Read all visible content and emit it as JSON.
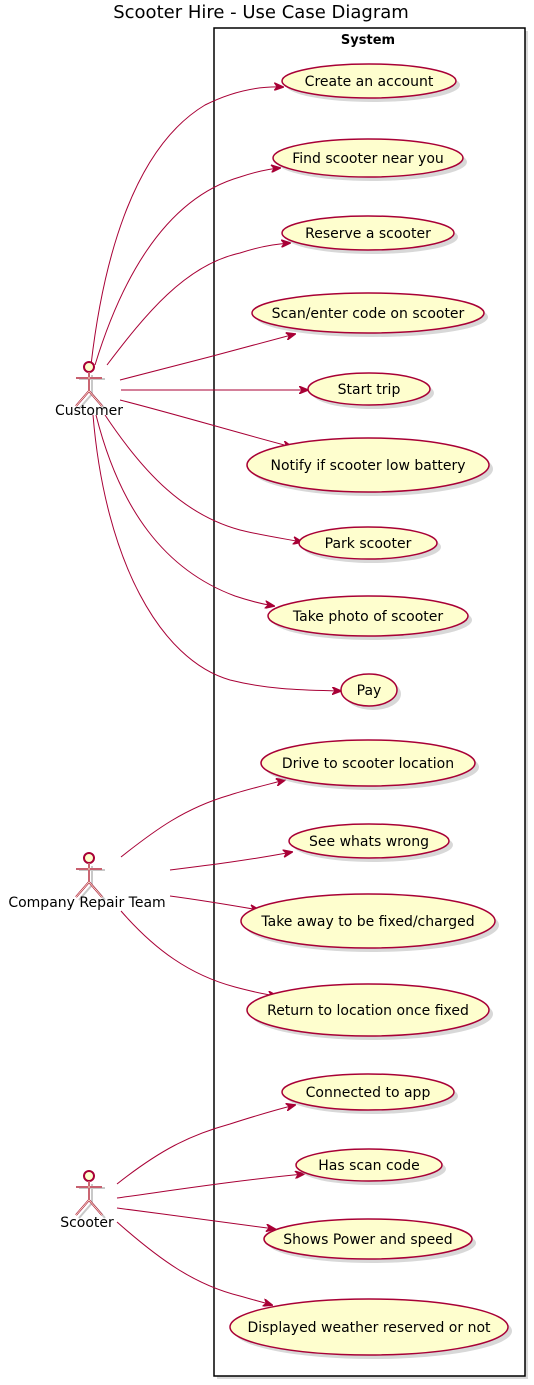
{
  "title": "Scooter Hire - Use Case Diagram",
  "system": {
    "label": "System"
  },
  "colors": {
    "stroke": "#A80036",
    "fill": "#FEFECE",
    "shadow": "#c8c8c8"
  },
  "actors": [
    {
      "id": "customer",
      "label": "Customer"
    },
    {
      "id": "repair",
      "label": "Company Repair Team"
    },
    {
      "id": "scooter",
      "label": "Scooter"
    }
  ],
  "use_cases": [
    {
      "id": "uc1",
      "label": "Create an account",
      "actor": "customer"
    },
    {
      "id": "uc2",
      "label": "Find scooter near you",
      "actor": "customer"
    },
    {
      "id": "uc3",
      "label": "Reserve a scooter",
      "actor": "customer"
    },
    {
      "id": "uc4",
      "label": "Scan/enter code on scooter",
      "actor": "customer"
    },
    {
      "id": "uc5",
      "label": "Start trip",
      "actor": "customer"
    },
    {
      "id": "uc6",
      "label": "Notify if scooter low battery",
      "actor": "customer"
    },
    {
      "id": "uc7",
      "label": "Park scooter",
      "actor": "customer"
    },
    {
      "id": "uc8",
      "label": "Take photo of scooter",
      "actor": "customer"
    },
    {
      "id": "uc9",
      "label": "Pay",
      "actor": "customer"
    },
    {
      "id": "uc10",
      "label": "Drive to scooter location",
      "actor": "repair"
    },
    {
      "id": "uc11",
      "label": "See whats wrong",
      "actor": "repair"
    },
    {
      "id": "uc12",
      "label": "Take away to be fixed/charged",
      "actor": "repair"
    },
    {
      "id": "uc13",
      "label": "Return to location once fixed",
      "actor": "repair"
    },
    {
      "id": "uc14",
      "label": "Connected to app",
      "actor": "scooter"
    },
    {
      "id": "uc15",
      "label": "Has scan code",
      "actor": "scooter"
    },
    {
      "id": "uc16",
      "label": "Shows Power and speed",
      "actor": "scooter"
    },
    {
      "id": "uc17",
      "label": "Displayed weather reserved or not",
      "actor": "scooter"
    }
  ]
}
